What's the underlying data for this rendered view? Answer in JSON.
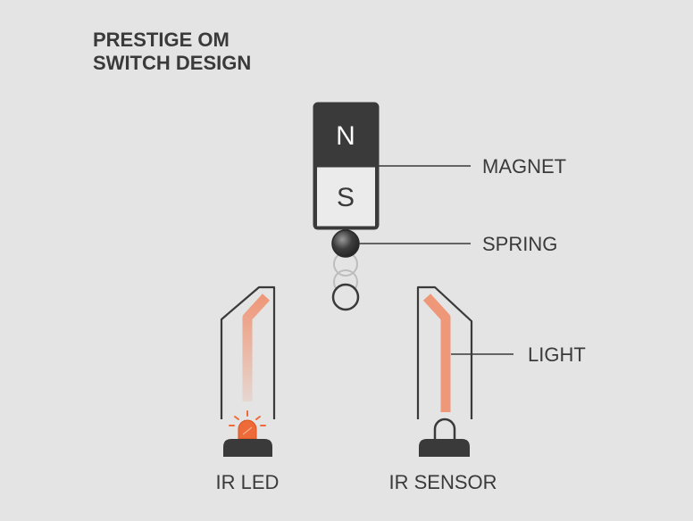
{
  "title": {
    "line1": "PRESTIGE OM",
    "line2": "SWITCH DESIGN"
  },
  "magnet": {
    "north_label": "N",
    "south_label": "S"
  },
  "labels": {
    "magnet": "MAGNET",
    "spring": "SPRING",
    "light": "LIGHT",
    "ir_led": "IR LED",
    "ir_sensor": "IR SENSOR"
  },
  "colors": {
    "background": "#e4e4e4",
    "ink": "#3a3a3a",
    "light_beam": "#f08a66",
    "led": "#ee6a38"
  },
  "icons": {
    "ir_led": "ir-led-icon",
    "ir_sensor": "ir-sensor-icon",
    "spring": "spring-icon"
  }
}
